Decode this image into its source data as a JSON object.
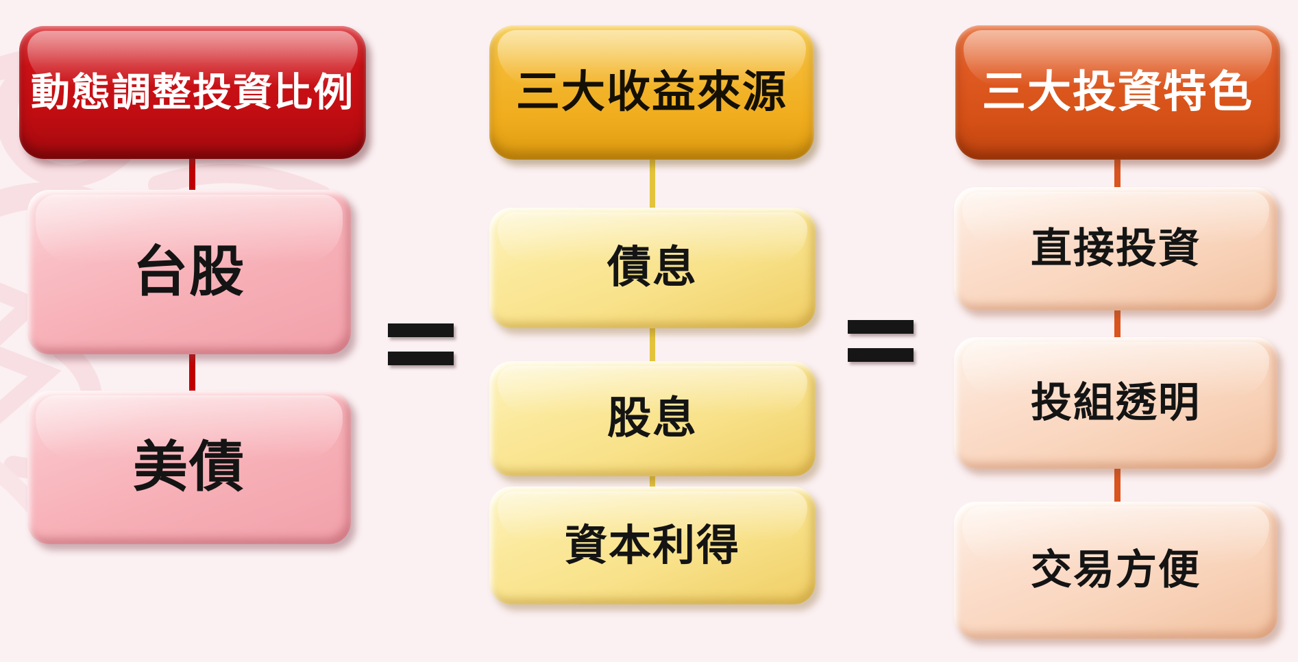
{
  "page": {
    "background_color": "#FBF0F2",
    "equals_color": "#161616"
  },
  "columns": [
    {
      "id": "dynamic-allocation",
      "header": {
        "label": "動態調整投資比例",
        "fill": "#CD1217",
        "text_color": "#FFFFFF"
      },
      "connector_color": "#C00000",
      "item_fill": "#F7AFB6",
      "items": [
        {
          "label": "台股"
        },
        {
          "label": "美債"
        }
      ]
    },
    {
      "id": "income-sources",
      "header": {
        "label": "三大收益來源",
        "fill": "#F4B831",
        "text_color": "#151005"
      },
      "connector_color": "#E3C33C",
      "item_fill": "#F8E189",
      "items": [
        {
          "label": "債息"
        },
        {
          "label": "股息"
        },
        {
          "label": "資本利得"
        }
      ]
    },
    {
      "id": "investment-features",
      "header": {
        "label": "三大投資特色",
        "fill": "#E05A23",
        "text_color": "#FFFFFF"
      },
      "connector_color": "#DA541E",
      "item_fill": "#F9D5BD",
      "items": [
        {
          "label": "直接投資"
        },
        {
          "label": "投組透明"
        },
        {
          "label": "交易方便"
        }
      ]
    }
  ],
  "separators": [
    {
      "symbol": "="
    },
    {
      "symbol": "="
    }
  ]
}
